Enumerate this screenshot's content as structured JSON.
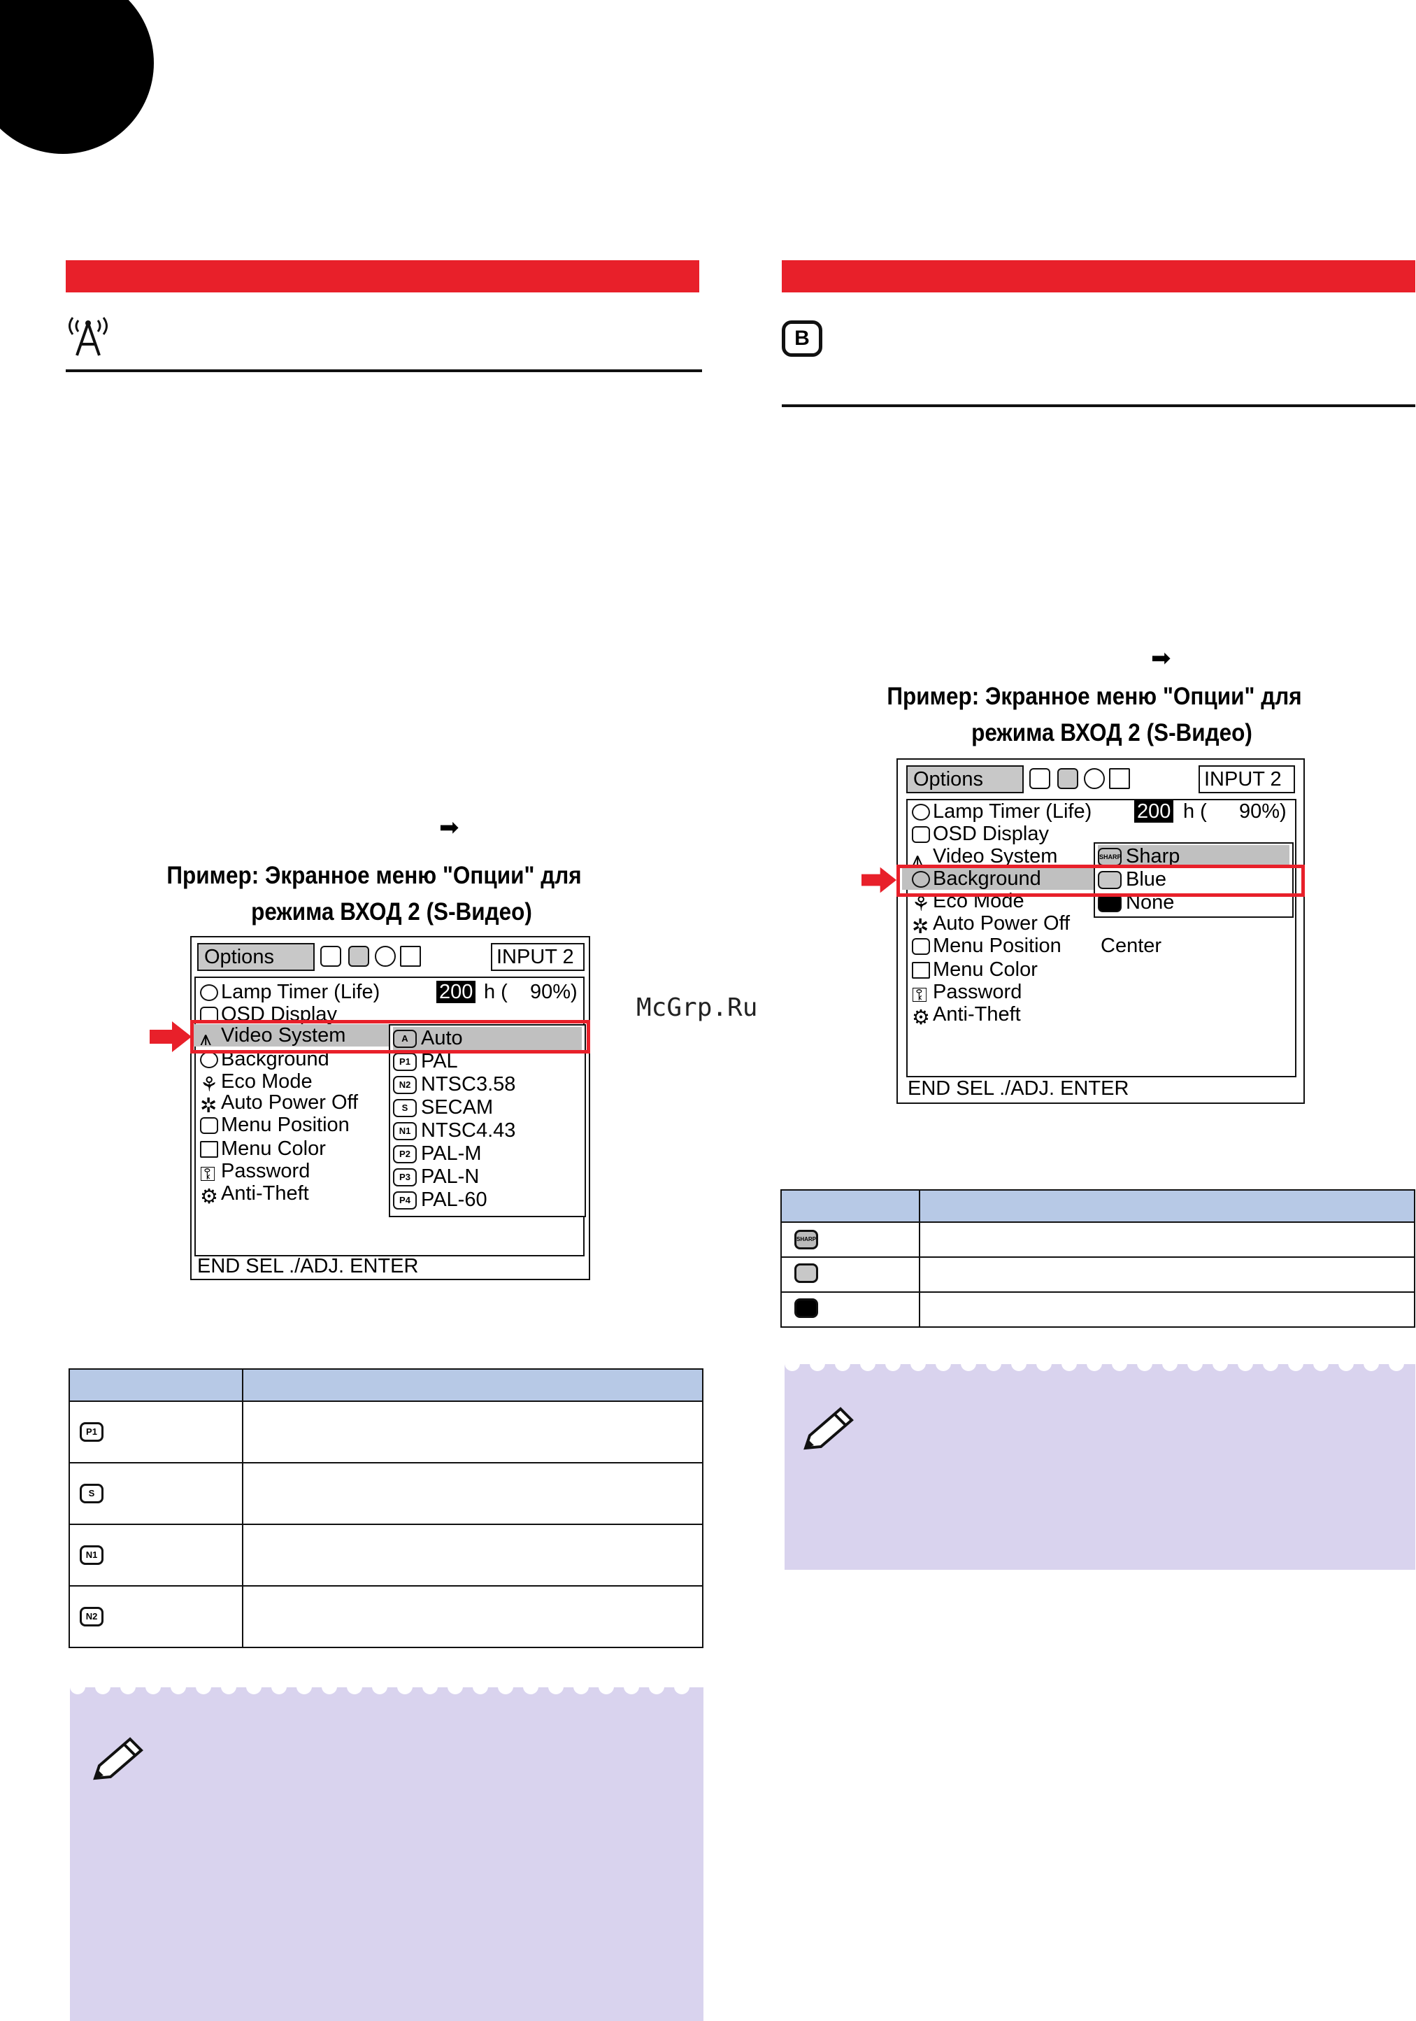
{
  "watermark": "McGrp.Ru",
  "left": {
    "caption_line1": "Пример: Экранное меню \"Опции\" для",
    "caption_line2": "режима ВХОД 2 (S-Видео)",
    "osd": {
      "tab_label": "Options",
      "input_label": "INPUT  2",
      "lamp_label": "Lamp Timer  (Life)",
      "lamp_value": "200",
      "lamp_unit": "h (",
      "lamp_percent": "90%)",
      "items": [
        "OSD Display",
        "Video System",
        "Background",
        "Eco Mode",
        "Auto Power Off",
        "Menu Position",
        "Menu Color",
        "Password",
        "Anti-Theft"
      ],
      "submenu": [
        {
          "code": "A",
          "label": "Auto"
        },
        {
          "code": "P1",
          "label": "PAL"
        },
        {
          "code": "N2",
          "label": "NTSC3.58"
        },
        {
          "code": "S",
          "label": "SECAM"
        },
        {
          "code": "N1",
          "label": "NTSC4.43"
        },
        {
          "code": "P2",
          "label": "PAL-M"
        },
        {
          "code": "P3",
          "label": "PAL-N"
        },
        {
          "code": "P4",
          "label": "PAL-60"
        }
      ],
      "footer": "END  SEL ./ADJ. ENTER"
    },
    "table_codes": [
      "P1",
      "S",
      "N1",
      "N2"
    ]
  },
  "right": {
    "caption_line1": "Пример: Экранное меню \"Опции\" для",
    "caption_line2": "режима ВХОД 2 (S-Видео)",
    "osd": {
      "tab_label": "Options",
      "input_label": "INPUT  2",
      "lamp_label": "Lamp Timer  (Life)",
      "lamp_value": "200",
      "lamp_unit": "h (",
      "lamp_percent": "90%)",
      "items": [
        "OSD Display",
        "Video System",
        "Background",
        "Eco Mode",
        "Auto Power Off",
        "Menu Position",
        "Menu Color",
        "Password",
        "Anti-Theft"
      ],
      "menu_position_value": "Center",
      "submenu": [
        {
          "code": "SHARP",
          "label": "Sharp"
        },
        {
          "code": "",
          "label": "Blue"
        },
        {
          "code": "",
          "label": "None"
        }
      ],
      "footer": "END  SEL ./ADJ. ENTER"
    },
    "table_codes": [
      "SHARP",
      "",
      ""
    ]
  }
}
